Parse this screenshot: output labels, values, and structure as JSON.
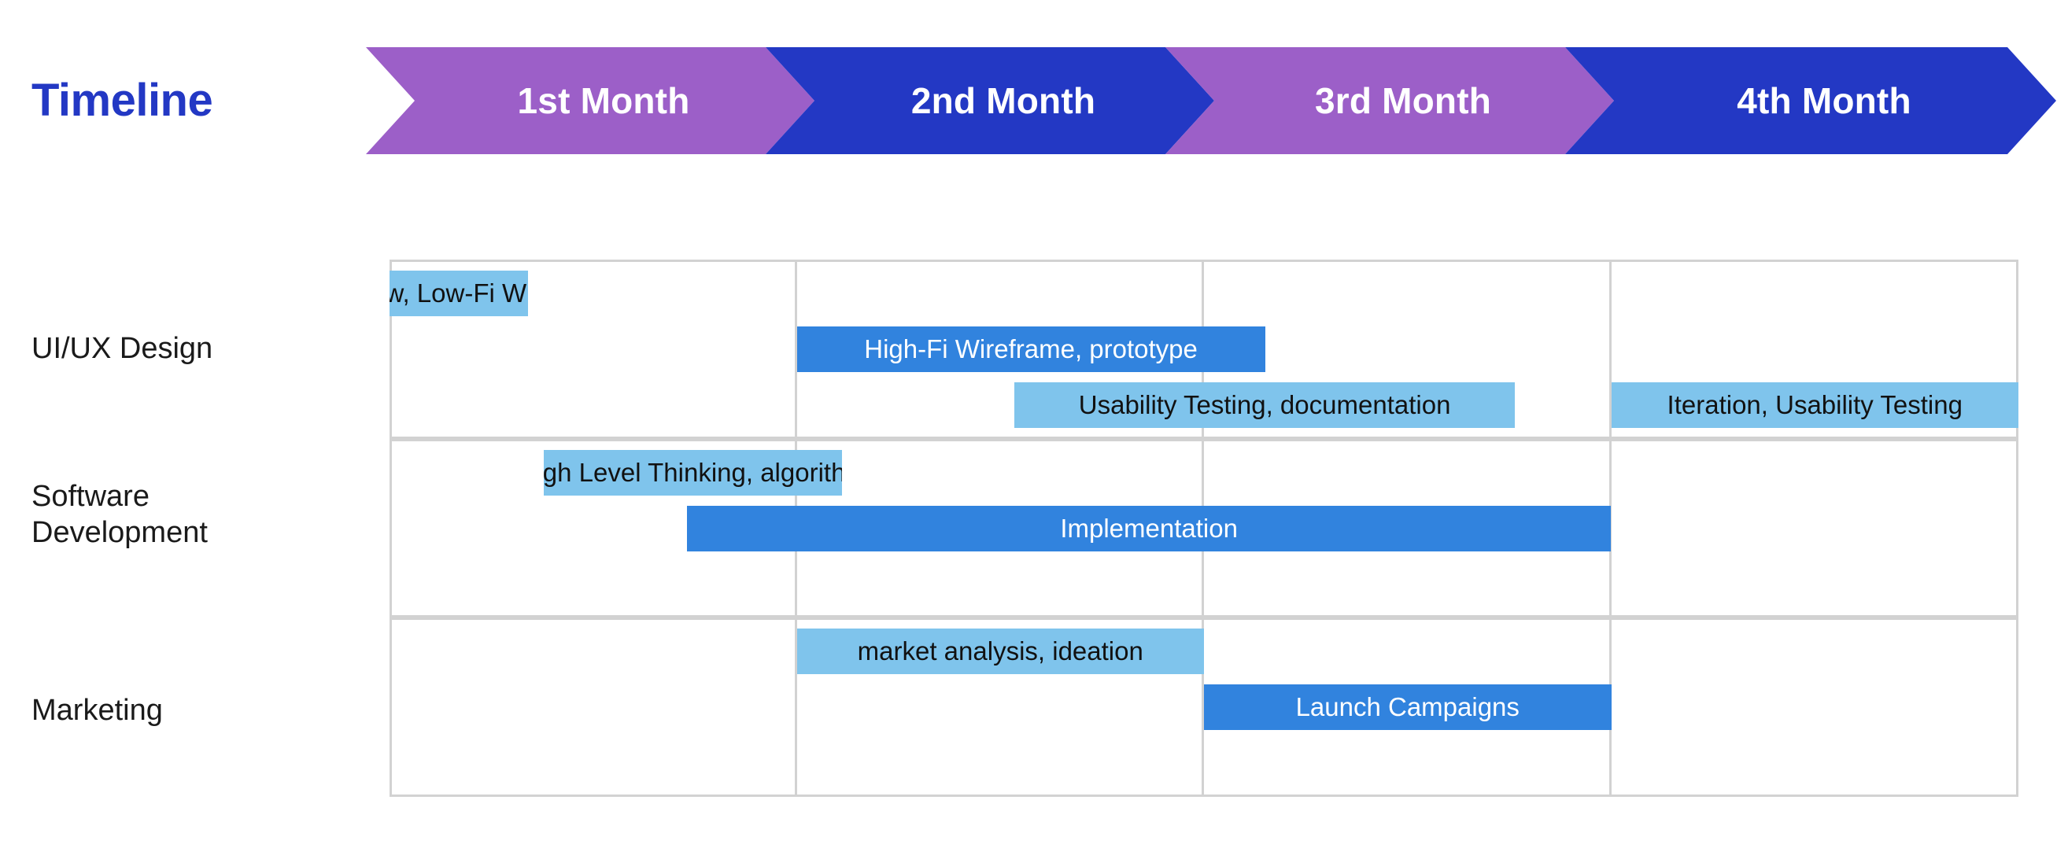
{
  "page": {
    "title": "Timeline",
    "title_color": "#2338c4",
    "background": "#ffffff"
  },
  "timeline_banner": {
    "name": "timeline-month-banner",
    "colors": {
      "purple": "#9c5fc8",
      "blue": "#2338c4",
      "label_color": "#ffffff"
    },
    "segments": [
      {
        "label": "1st Month",
        "color": "#9c5fc8"
      },
      {
        "label": "2nd Month",
        "color": "#2338c4"
      },
      {
        "label": "3rd Month",
        "color": "#9c5fc8"
      },
      {
        "label": "4th Month",
        "color": "#2338c4"
      }
    ]
  },
  "grid": {
    "columns": 4,
    "rows": 3,
    "line_color": "#d2d2d2"
  },
  "swimlanes": [
    {
      "label": "UI/UX Design"
    },
    {
      "label": "Software\nDevelopment"
    },
    {
      "label": "Marketing"
    }
  ],
  "bar_colors": {
    "light": "#7fc4ec",
    "light_text": "#111111",
    "dark": "#3183de",
    "dark_text": "#ffffff"
  },
  "chart_data": {
    "type": "bar",
    "title": "Timeline",
    "xlabel": "",
    "ylabel": "",
    "categories": [
      "1st Month",
      "2nd Month",
      "3rd Month",
      "4th Month"
    ],
    "grid": true,
    "legend": "none",
    "x_axis_units": "months",
    "x_range": [
      0,
      4
    ],
    "series": [
      {
        "name": "UI/UX Design",
        "tasks": [
          {
            "label": "User flow, Low-Fi Wireframe",
            "start_month": 0.0,
            "end_month": 0.34,
            "lane": 0,
            "tone": "light"
          },
          {
            "label": "High-Fi Wireframe, prototype",
            "start_month": 1.0,
            "end_month": 2.15,
            "lane": 1,
            "tone": "dark"
          },
          {
            "label": "Usability Testing, documentation",
            "start_month": 1.535,
            "end_month": 2.763,
            "lane": 2,
            "tone": "light"
          },
          {
            "label": "Iteration, Usability Testing",
            "start_month": 3.0,
            "end_month": 4.0,
            "lane": 2,
            "tone": "light"
          }
        ]
      },
      {
        "name": "Software Development",
        "tasks": [
          {
            "label": "High Level Thinking, algorithm",
            "start_month": 0.378,
            "end_month": 1.111,
            "lane": 0,
            "tone": "light"
          },
          {
            "label": "Implementation",
            "start_month": 0.73,
            "end_month": 3.0,
            "lane": 1,
            "tone": "dark"
          }
        ]
      },
      {
        "name": "Marketing",
        "tasks": [
          {
            "label": "market analysis, ideation",
            "start_month": 1.0,
            "end_month": 2.0,
            "lane": 0,
            "tone": "light"
          },
          {
            "label": "Launch Campaigns",
            "start_month": 2.0,
            "end_month": 3.0,
            "lane": 1,
            "tone": "dark"
          }
        ]
      }
    ]
  }
}
